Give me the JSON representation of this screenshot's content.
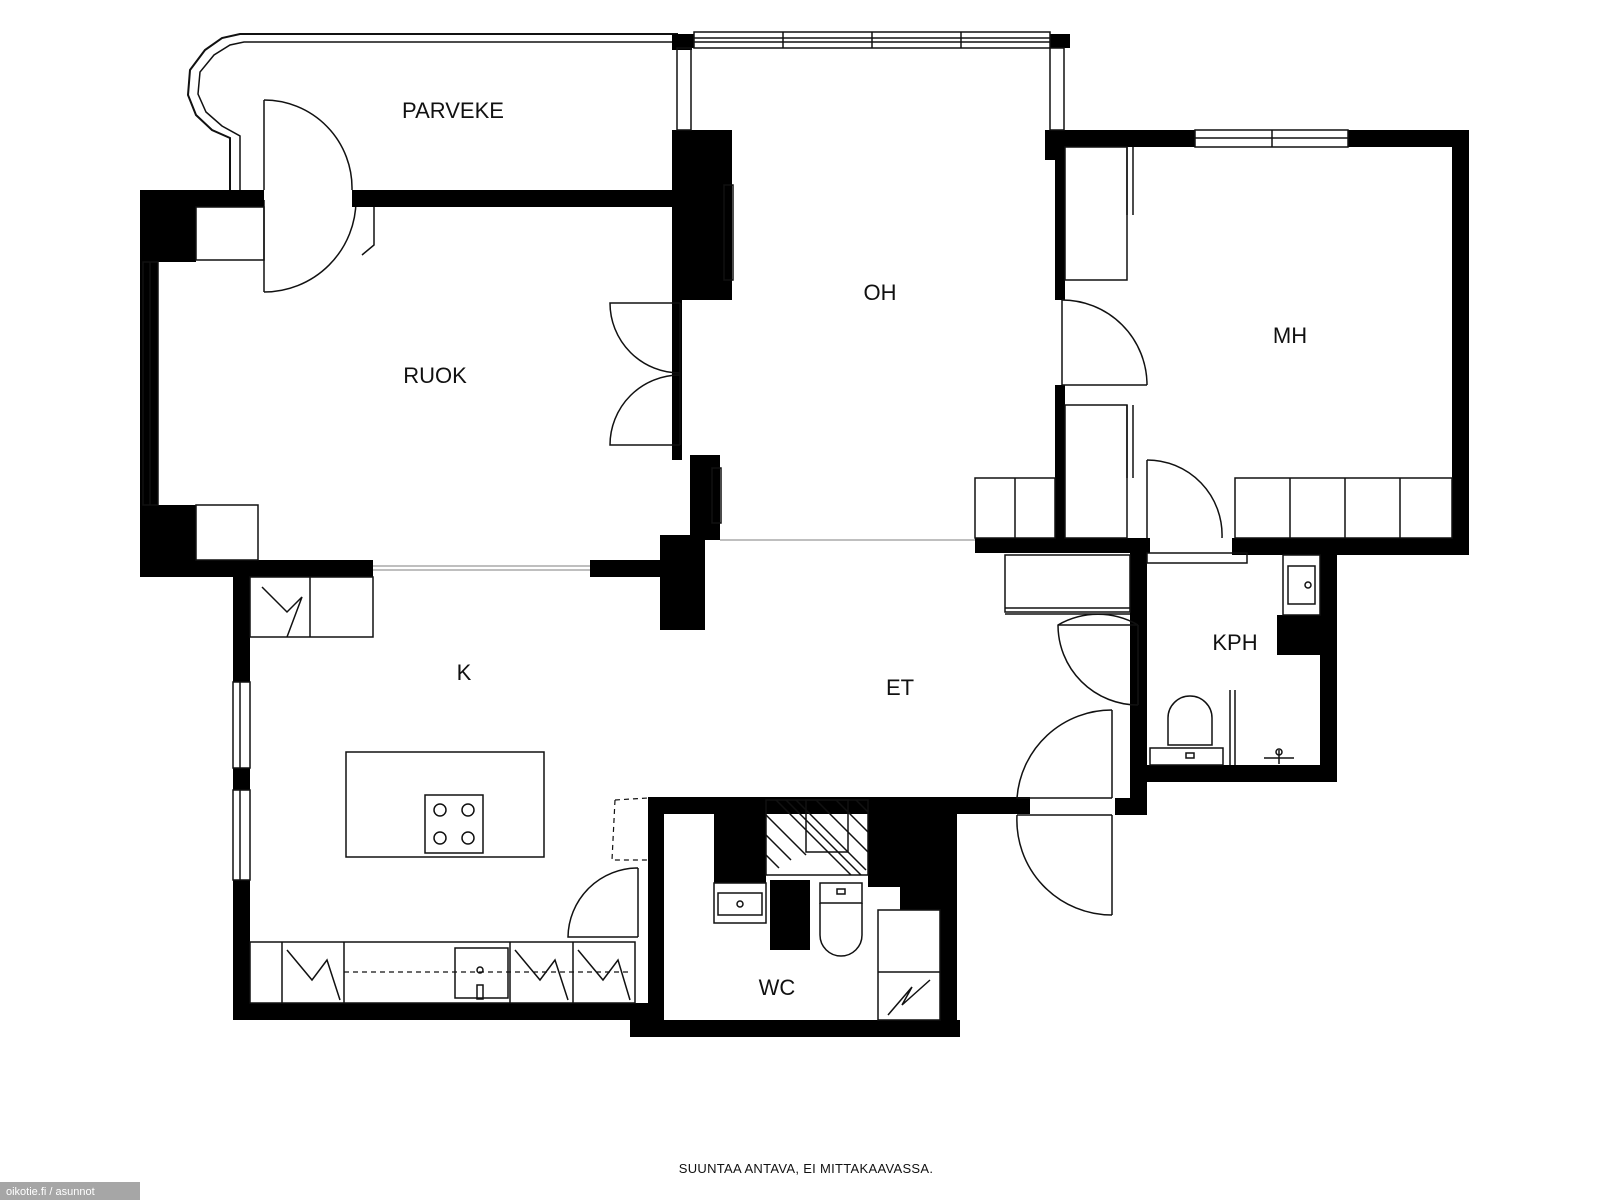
{
  "rooms": {
    "parveke": "PARVEKE",
    "oh": "OH",
    "mh": "MH",
    "ruok": "RUOK",
    "k": "K",
    "et": "ET",
    "kph": "KPH",
    "wc": "WC"
  },
  "footer_note": "SUUNTAA ANTAVA, EI MITTAKAAVASSA.",
  "watermark": "oikotie.fi / asunnot",
  "colors": {
    "wall": "#000000",
    "background": "#ffffff",
    "line": "#111111"
  }
}
